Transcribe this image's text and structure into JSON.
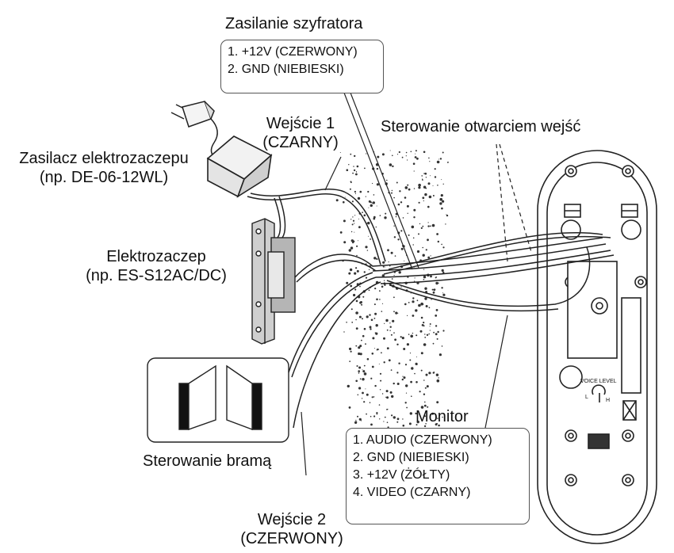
{
  "labels": {
    "zasilanie_title": "Zasilanie szyfratora",
    "zasilanie_lines": [
      "1. +12V (CZERWONY)",
      "2. GND (NIEBIESKI)"
    ],
    "sterowanie_wejsc": "Sterowanie otwarciem wejść",
    "wejscie1_line1": "Wejście 1",
    "wejscie1_line2": "(CZARNY)",
    "zasilacz_line1": "Zasilacz elektrozaczepu",
    "zasilacz_line2": "(np. DE-06-12WL)",
    "elektro_line1": "Elektrozaczep",
    "elektro_line2": "(np. ES-S12AC/DC)",
    "sterowanie_brama": "Sterowanie bramą",
    "wejscie2_line1": "Wejście 2",
    "wejscie2_line2": "(CZERWONY)",
    "monitor_title": "Monitor",
    "monitor_lines": [
      "1. AUDIO (CZERWONY)",
      "2. GND (NIEBIESKI)",
      "3. +12V (ŻÓŁTY)",
      "4. VIDEO (CZARNY)"
    ],
    "voice_level": "VOICE LEVEL",
    "voice_l": "L",
    "voice_h": "H"
  },
  "colors": {
    "line": "#222222",
    "fill": "#ffffff",
    "wall_dots": "#333333",
    "metal": "#9a9a9a"
  }
}
